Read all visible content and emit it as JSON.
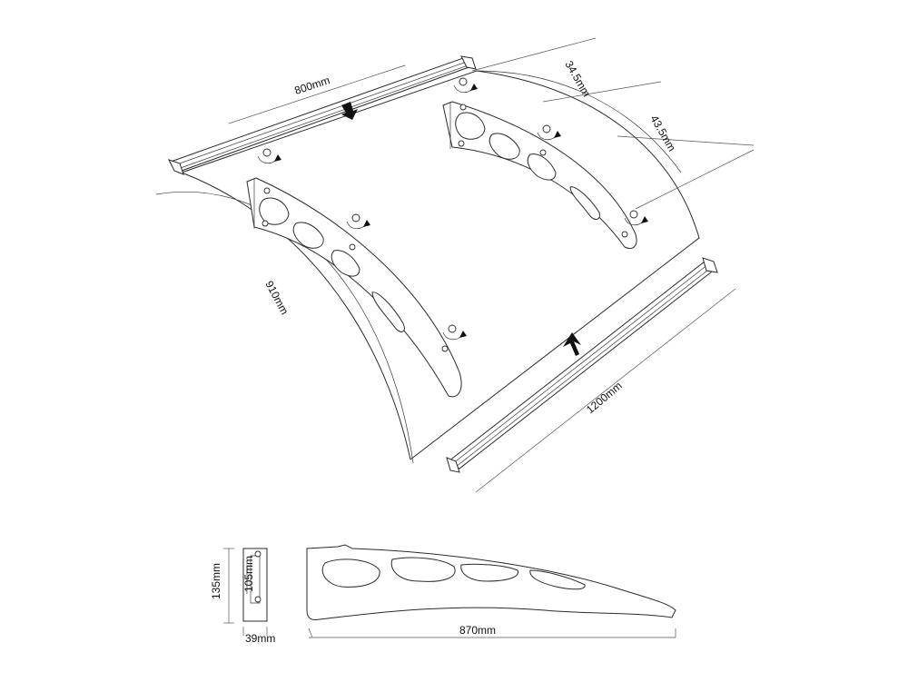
{
  "dimensions": {
    "rail_length": "800mm",
    "panel_width": "1200mm",
    "panel_depth": "910mm",
    "offset_top": "34.5mm",
    "offset_mid": "43.5mm",
    "bracket_length": "870mm",
    "bracket_height": "135mm",
    "mount_height": "105mm",
    "mount_width": "39mm"
  }
}
